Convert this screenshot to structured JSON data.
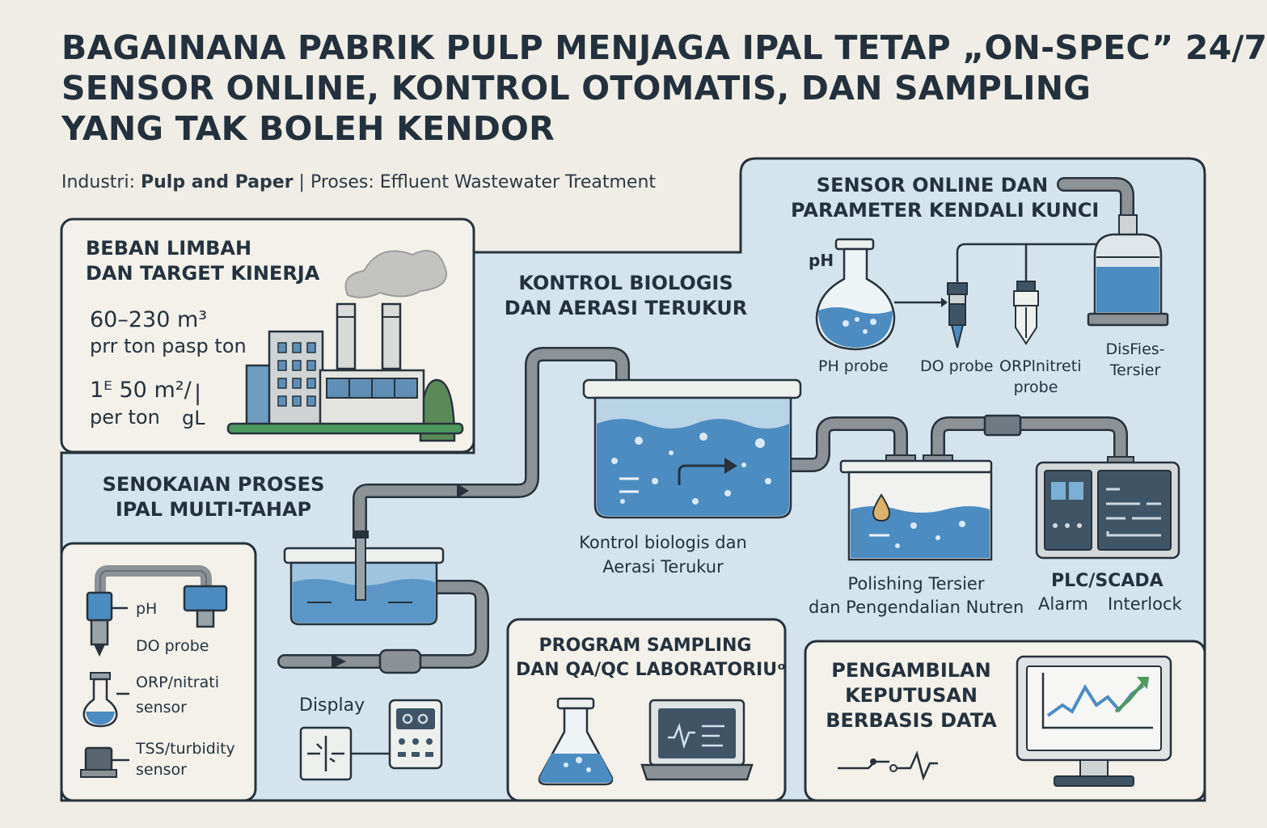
{
  "title": {
    "line1": "BAGAINANA PABRIK PULP MENJAGA IPAL TETAP „ON-SPEC” 24/7",
    "line2": "SENSOR ONLINE, KONTROL OTOMATIS, DAN SAMPLING",
    "line3": "YANG TAK BOLEH KENDOR"
  },
  "subtitle": {
    "industry_label": "Industri:",
    "industry_value": "Pulp and Paper",
    "separator": "|",
    "process_label": "Proses:",
    "process_value": "Effluent Wastewater Treatment"
  },
  "panel_load": {
    "heading_line1": "BEBAN LIMBAH",
    "heading_line2": "DAN TARGET KINERJA",
    "value1": "60–230 m³",
    "value1_unit": "prr ton pasp ton",
    "value2": "1ᴱ 50 m²/",
    "value2_extra": "|",
    "value2_unit": "per ton",
    "value2_unit_extra": "gL"
  },
  "panel_sensors": {
    "heading_line1": "SENSOR ONLINE DAN",
    "heading_line2": "PARAMETER KENDALI KUNCI",
    "ph_tag": "pH",
    "ph_probe": "PH probe",
    "do_probe": "DO probe",
    "orp_line1": "ORPlnitreti",
    "orp_line2": "probe",
    "dis_line1": "DisFies-",
    "dis_line2": "Tersier"
  },
  "bio": {
    "heading_line1": "KONTROL BIOLOGIS",
    "heading_line2": "DAN AERASI TERUKUR",
    "caption_line1": "Kontrol biologis dan",
    "caption_line2": "Aerasi Terukur"
  },
  "sequence": {
    "heading_line1": "SENOKAIAN PROSES",
    "heading_line2": "IPAL MULTI-TAHAP"
  },
  "legend": {
    "ph": "pH",
    "do": "DO probe",
    "orp_line1": "ORP/nitrati",
    "orp_line2": "sensor",
    "tss_line1": "TSS/turbidity",
    "tss_line2": "sensor"
  },
  "display_label": "Display",
  "polishing": {
    "line1": "Polishing Tersier",
    "line2": "dan Pengendalian Nutren"
  },
  "plc": {
    "line1": "PLC/SCADA",
    "line2a": "Alarm",
    "line2b": "Interlock"
  },
  "sampling": {
    "heading_line1": "PROGRAM SAMPLING",
    "heading_line2": "DAN QA/QC LABORATORIUᵒ"
  },
  "decision": {
    "heading_line1": "PENGAMBILAN",
    "heading_line2": "KEPUTUSAN",
    "heading_line3": "BERBASIS DATA"
  },
  "colors": {
    "background": "#efede6",
    "panel_blue": "#d5e3ec",
    "outline": "#27323c",
    "water": "#4d8cc0",
    "steel": "#8c9296",
    "dark_screen": "#3f5566",
    "accent_green": "#4f9a5e"
  },
  "icons": [
    "factory-icon",
    "flask-icon",
    "probe-icon",
    "tank-icon",
    "pipe-icon",
    "droplet-icon",
    "plc-panel-icon",
    "laptop-icon",
    "monitor-chart-icon",
    "meter-icon",
    "gauge-icon"
  ]
}
